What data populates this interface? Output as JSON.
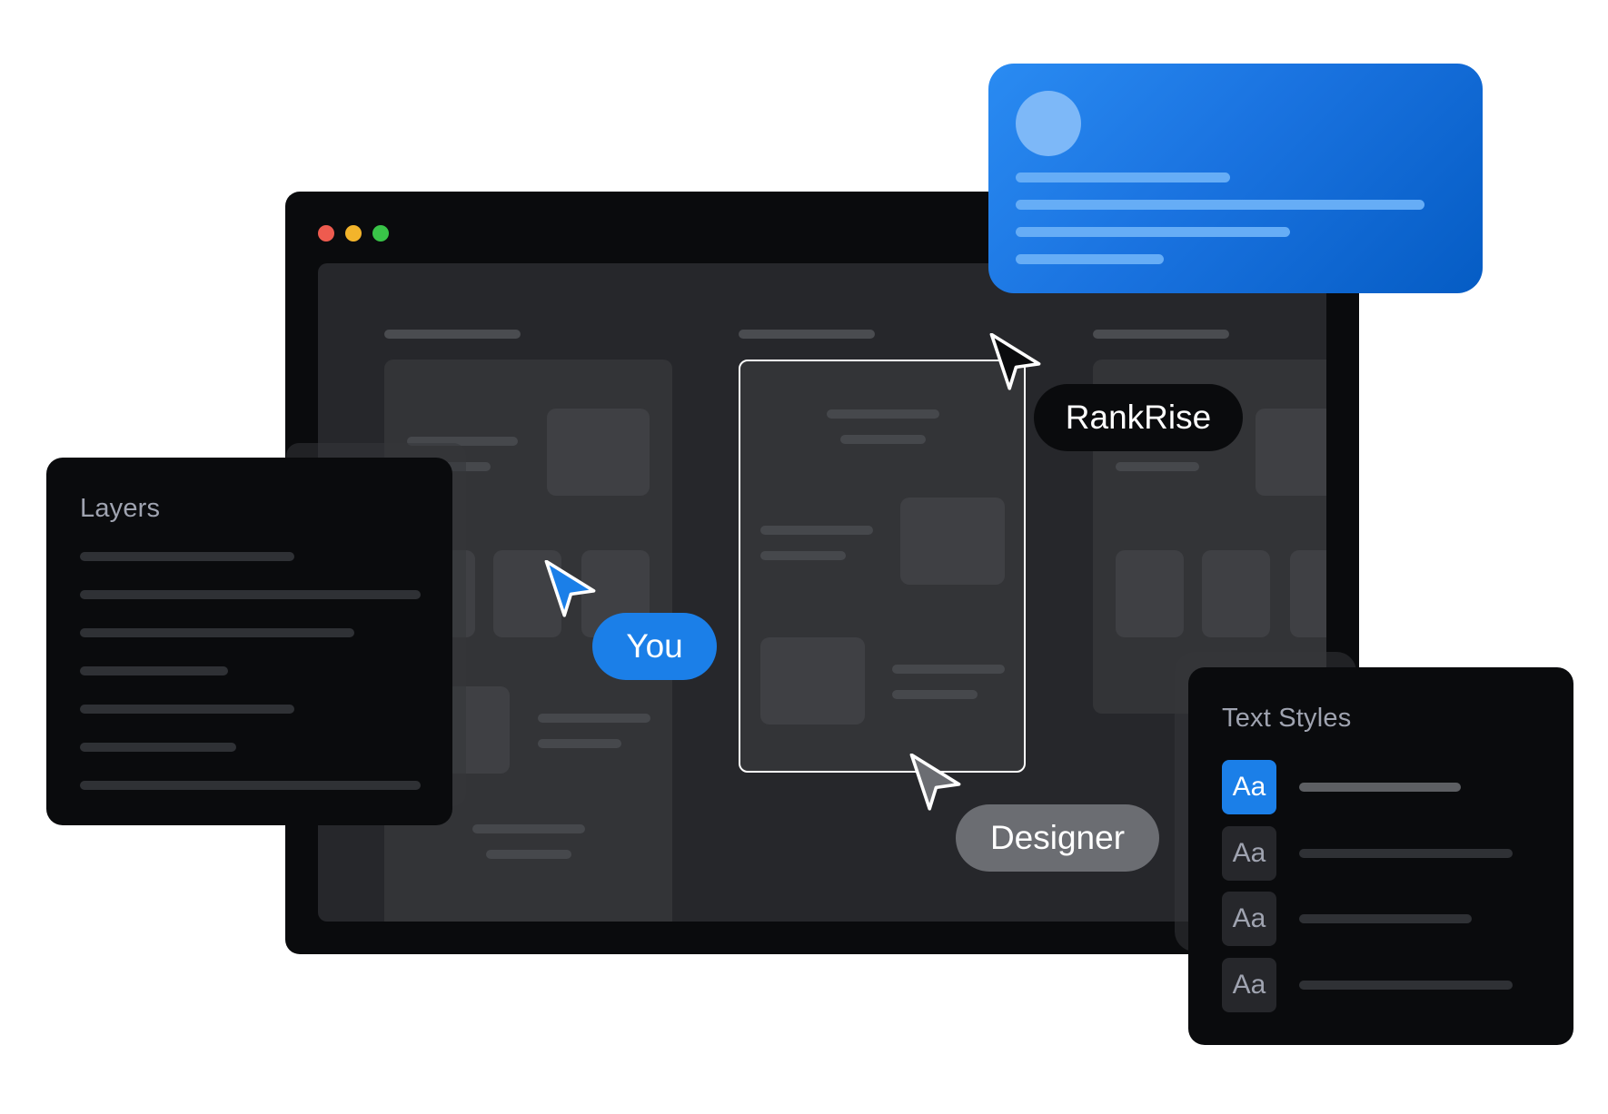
{
  "window": {
    "controls": {
      "close_color": "#ee5b4f",
      "minimize_color": "#f3b42b",
      "maximize_color": "#39c448"
    }
  },
  "profile_card": {
    "accent": "#1a73e0"
  },
  "layers_panel": {
    "title": "Layers"
  },
  "text_styles_panel": {
    "title": "Text Styles",
    "items": [
      {
        "label": "Aa",
        "active": true
      },
      {
        "label": "Aa",
        "active": false
      },
      {
        "label": "Aa",
        "active": false
      },
      {
        "label": "Aa",
        "active": false
      }
    ]
  },
  "collaborators": {
    "you": {
      "label": "You",
      "color": "#1b7fe8",
      "cursor_icon": "cursor-arrow-icon"
    },
    "rankrise": {
      "label": "RankRise",
      "color": "#0a0b0d",
      "cursor_icon": "cursor-arrow-icon"
    },
    "designer": {
      "label": "Designer",
      "color": "#6b6d72",
      "cursor_icon": "cursor-arrow-icon"
    }
  }
}
